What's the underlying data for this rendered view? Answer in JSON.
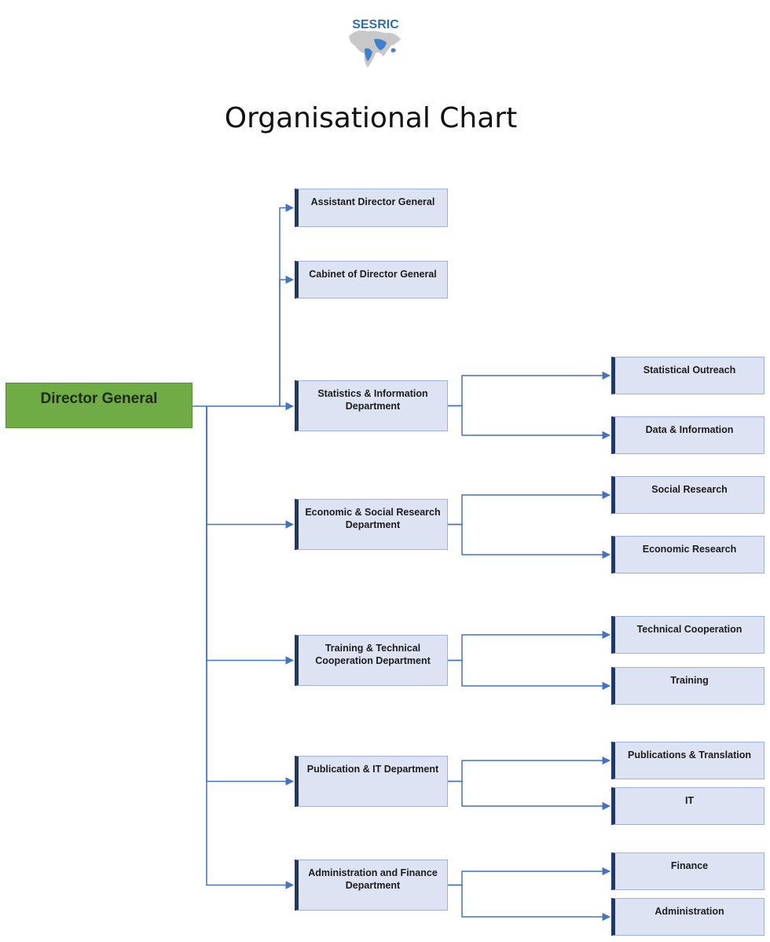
{
  "logo": {
    "text": "SESRIC",
    "color": "#2f6db5"
  },
  "title": "Organisational Chart",
  "root": {
    "label": "Director General",
    "color": "#6fac46"
  },
  "units": [
    {
      "label": "Assistant Director General",
      "children": []
    },
    {
      "label": "Cabinet of Director General",
      "children": []
    },
    {
      "label": "Statistics & Information Department",
      "children": [
        "Statistical Outreach",
        "Data & Information"
      ]
    },
    {
      "label": "Economic & Social Research Department",
      "children": [
        "Social Research",
        "Economic Research"
      ]
    },
    {
      "label": "Training & Technical Cooperation Department",
      "children": [
        "Technical Cooperation",
        "Training"
      ]
    },
    {
      "label": "Publication & IT Department",
      "children": [
        "Publications & Translation",
        "IT"
      ]
    },
    {
      "label": "Administration and Finance Department",
      "children": [
        "Finance",
        "Administration"
      ]
    }
  ],
  "colors": {
    "box_fill": "#dde3f3",
    "box_accent": "#1f3864",
    "connector": "#4472c4"
  }
}
